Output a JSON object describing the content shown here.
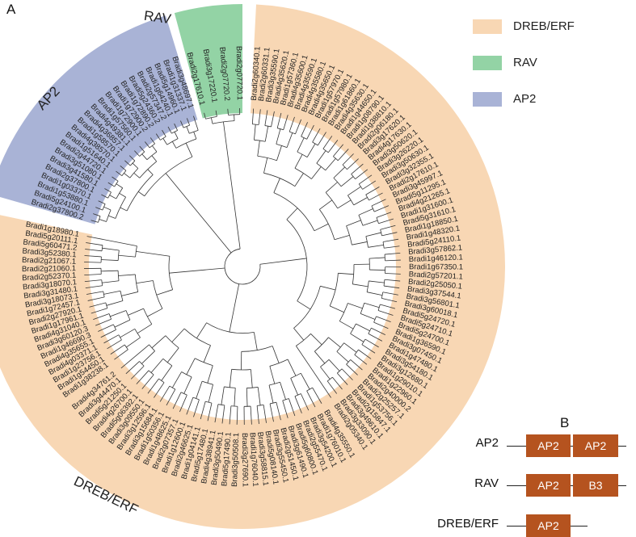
{
  "panel_a_label": "A",
  "panel_b_label": "B",
  "clades": {
    "rav": "RAV",
    "ap2": "AP2",
    "dreb": "DREB/ERF"
  },
  "legend": [
    {
      "label": "DREB/ERF",
      "color": "#f8d7b4"
    },
    {
      "label": "RAV",
      "color": "#93d3a5"
    },
    {
      "label": "AP2",
      "color": "#a9b3d6"
    }
  ],
  "colors": {
    "dreb_fill": "#f8d7b4",
    "rav_fill": "#93d3a5",
    "ap2_fill": "#a9b3d6",
    "branch": "#333333",
    "domain_box": "#b5531f"
  },
  "domain_structures": [
    {
      "name": "AP2",
      "domains": [
        "AP2",
        "AP2"
      ]
    },
    {
      "name": "RAV",
      "domains": [
        "AP2",
        "B3"
      ]
    },
    {
      "name": "DREB/ERF",
      "domains": [
        "AP2"
      ]
    }
  ],
  "leaves": {
    "rav": [
      "Bradi2g17610.1",
      "Bradi3g17220.1",
      "Bradi2g07720.2",
      "Bradi2g07720.1"
    ],
    "ap2": [
      "Bradi2g37800.2",
      "Bradi5g24100.1",
      "Bradi1g53880.1",
      "Bradi1g03370.1",
      "Bradi2g37800.1",
      "Bradi3g41580.1",
      "Bradi3g51080.1",
      "Bradi2g44720.1",
      "Bradi1g51640.1",
      "Bradi4g38570.1",
      "Bradi1g58570.1",
      "Bradi4g36857.1",
      "Bradi4g49381.1",
      "Bradi1g57560.1",
      "Bradi1g72900.1",
      "Bradi1g72900.2",
      "Bradi1g72890.2",
      "Bradi5g24360.2",
      "Bradi2g57347.2",
      "Bradi1g64240.1",
      "Bradi5g14960.1",
      "Bradi1g31337.1",
      "Bradi3g48697.1"
    ],
    "dreb_right": [
      "Bradi2g60340.1",
      "Bradi2g60331.1",
      "Bradi3g35590.1",
      "Bradi4g35620.1",
      "Bradi1g57360.1",
      "Bradi4g35600.1",
      "Bradi4g35590.1",
      "Bradi4g35580.1",
      "Bradi4g35650.1",
      "Bradi1g57970.1",
      "Bradi1g57980.1",
      "Bradi1g61860.1",
      "Bradi4g35630.1",
      "Bradi1g44650.1",
      "Bradi1g08790.1",
      "Bradi1g38810.1",
      "Bradi2g06180.1",
      "Bradi3g17620.1",
      "Bradi4g17630.1",
      "Bradi3g50620.1",
      "Bradi3g26220.1",
      "Bradi3g50630.1",
      "Bradi3g32355.1",
      "Bradi2g17610.1",
      "Bradi3g45997.1",
      "Bradi5g11295.1",
      "Bradi4g21265.1",
      "Bradi1g31600.1",
      "Bradi5g31610.1",
      "Bradi1g18850.1",
      "Bradi1g48320.1",
      "Bradi5g24110.1",
      "Bradi3g57862.1",
      "Bradi1g46120.1",
      "Bradi1g67350.1",
      "Bradi2g57201.1",
      "Bradi2g25050.1",
      "Bradi3g37544.1",
      "Bradi3g56801.1",
      "Bradi3g60018.1",
      "Bradi5g24720.1",
      "Bradi5g24710.1",
      "Bradi5g24700.1",
      "Bradi1g36590.1",
      "Bradi3g07450.1",
      "Bradi1g47480.1",
      "Bradi3g54180.1",
      "Bradi3g12680.1",
      "Bradi1g29010.1",
      "Bradi1g22960.1",
      "Bradi2g40000.2",
      "Bradi2g25257.1",
      "Bradi1g53756.1",
      "Bradi2g15847.1",
      "Bradi3g49610.1",
      "Bradi3g33090.1",
      "Bradi2g05340.1"
    ],
    "dreb_bottom": [
      "Bradi4g35550.1",
      "Bradi1g76010.1",
      "Bradi3g54200.1",
      "Bradi2g55470.1",
      "Bradi5g60800.1",
      "Bradi3g61490.1",
      "Bradi2g51450.1",
      "Bradi3g55450.1",
      "Bradi5g08140.1",
      "Bradi3g58815.1",
      "Bradi1g76040.1",
      "Bradi3g27690.1",
      "Bradi3g50508.1",
      "Bradi5g17490.1",
      "Bradi3g50490.1",
      "Bradi4g38941.1",
      "Bradi5g17480.1",
      "Bradi1g04141.1",
      "Bradi2g46625.1",
      "Bradi1g12600.1",
      "Bradi2g07357.1",
      "Bradi1g48625.1",
      "Bradi1g50356.1",
      "Bradi3g15684.1",
      "Bradi3g12596.1",
      "Bradi3g09550.1",
      "Bradi5g06392.1",
      "Bradi4g26700.1",
      "Bradi5g21250.1",
      "Bradi3g44470.1",
      "Bradi4g34761.2"
    ],
    "dreb_left": [
      "Bradi1g38238.1",
      "Bradi1g54450.1",
      "Bradi1g23756.1",
      "Bradi4g03371.1",
      "Bradi4g35655.1",
      "Bradi1g46690.3",
      "Bradi3g60120.3",
      "Bradi4g31040.1",
      "Bradi1g17961.1",
      "Bradi2g27920.1",
      "Bradi1g72457.1",
      "Bradi3g18073.1",
      "Bradi3g31480.1",
      "Bradi3g18070.1",
      "Bradi2g52370.1",
      "Bradi2g21060.1",
      "Bradi2g21067.1",
      "Bradi3g52380.1",
      "Bradi5g60471.2",
      "Bradi5g20111.1",
      "Bradi1g18980.1"
    ]
  }
}
